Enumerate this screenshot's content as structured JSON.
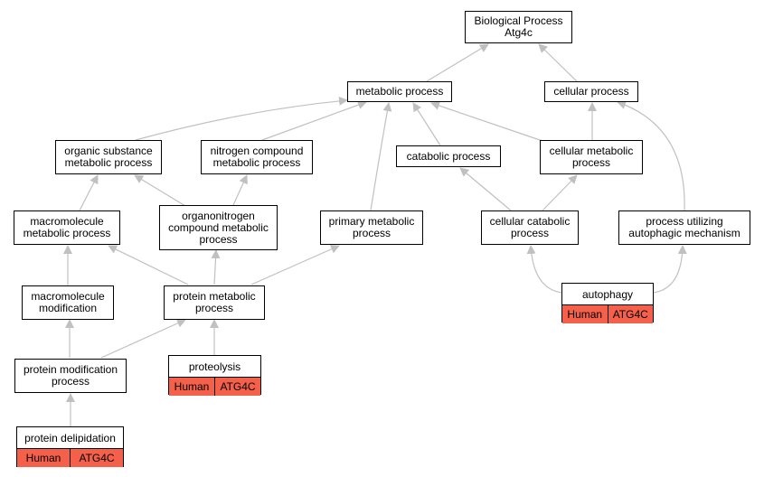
{
  "root": {
    "line1": "Biological Process",
    "line2": "Atg4c"
  },
  "nodes": {
    "metabolic_process": "metabolic process",
    "cellular_process": "cellular process",
    "organic_substance": "organic substance\nmetabolic process",
    "nitrogen_compound": "nitrogen compound\nmetabolic process",
    "catabolic_process": "catabolic process",
    "cellular_metabolic": "cellular metabolic\nprocess",
    "macromolecule_metabolic": "macromolecule\nmetabolic process",
    "organonitrogen": "organonitrogen\ncompound metabolic\nprocess",
    "primary_metabolic": "primary metabolic\nprocess",
    "cellular_catabolic": "cellular catabolic\nprocess",
    "autophagic_mechanism": "process utilizing\nautophagic mechanism",
    "macromolecule_modification": "macromolecule\nmodification",
    "protein_metabolic": "protein metabolic\nprocess",
    "protein_modification": "protein modification\nprocess"
  },
  "annotated": {
    "autophagy": {
      "title": "autophagy",
      "species": "Human",
      "gene": "ATG4C"
    },
    "proteolysis": {
      "title": "proteolysis",
      "species": "Human",
      "gene": "ATG4C"
    },
    "protein_delipidation": {
      "title": "protein delipidation",
      "species": "Human",
      "gene": "ATG4C"
    }
  },
  "colors": {
    "edge": "#c0c0c0",
    "highlight": "#f4604a",
    "border": "#000000"
  }
}
